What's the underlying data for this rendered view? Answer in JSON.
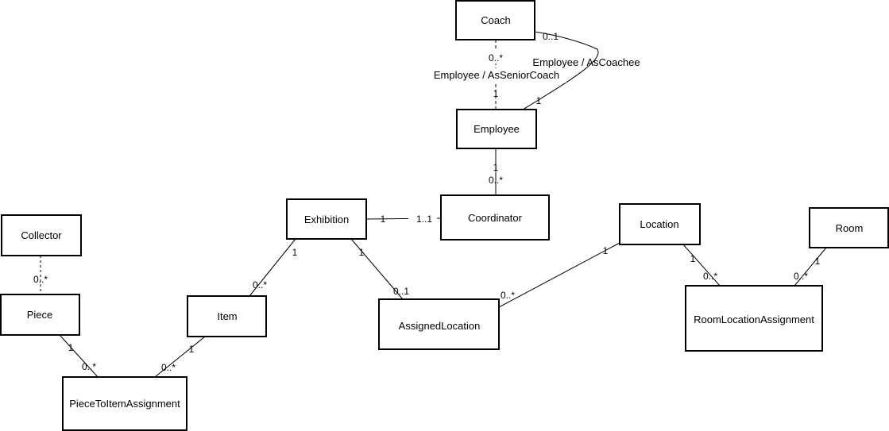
{
  "diagram": {
    "classes": {
      "coach": "Coach",
      "employee": "Employee",
      "coordinator": "Coordinator",
      "exhibition": "Exhibition",
      "collector": "Collector",
      "piece": "Piece",
      "item": "Item",
      "assigned_location": "AssignedLocation",
      "location": "Location",
      "room": "Room",
      "room_location_assignment": "RoomLocationAssignment",
      "piece_to_item_assignment": "PieceToItemAssignment"
    },
    "associations": {
      "coach_employee_senior": {
        "role": "Employee / AsSeniorCoach",
        "coach_end": "0..*",
        "employee_end": "1"
      },
      "coach_employee_coachee": {
        "role": "Employee / AsCoachee",
        "coach_end": "0..1",
        "employee_end": "1"
      },
      "employee_coordinator": {
        "employee_end": "1",
        "coordinator_end": "0..*"
      },
      "exhibition_coordinator": {
        "exhibition_end": "1",
        "coordinator_end": "1..1"
      },
      "exhibition_item": {
        "exhibition_end": "1",
        "item_end": "0..*"
      },
      "exhibition_assigned_location": {
        "exhibition_end": "1",
        "assigned_location_end": "0..1"
      },
      "location_assigned_location": {
        "location_end": "1",
        "assigned_location_end": "0..*"
      },
      "location_room_location_assignment": {
        "location_end": "1",
        "rla_end": "0..*"
      },
      "room_room_location_assignment": {
        "room_end": "1",
        "rla_end": "0..*"
      },
      "collector_piece": {
        "piece_end": "0..*"
      },
      "piece_piece_to_item": {
        "piece_end": "1",
        "pta_end": "0..*"
      },
      "item_piece_to_item": {
        "item_end": "1",
        "pta_end": "0..*"
      }
    }
  }
}
